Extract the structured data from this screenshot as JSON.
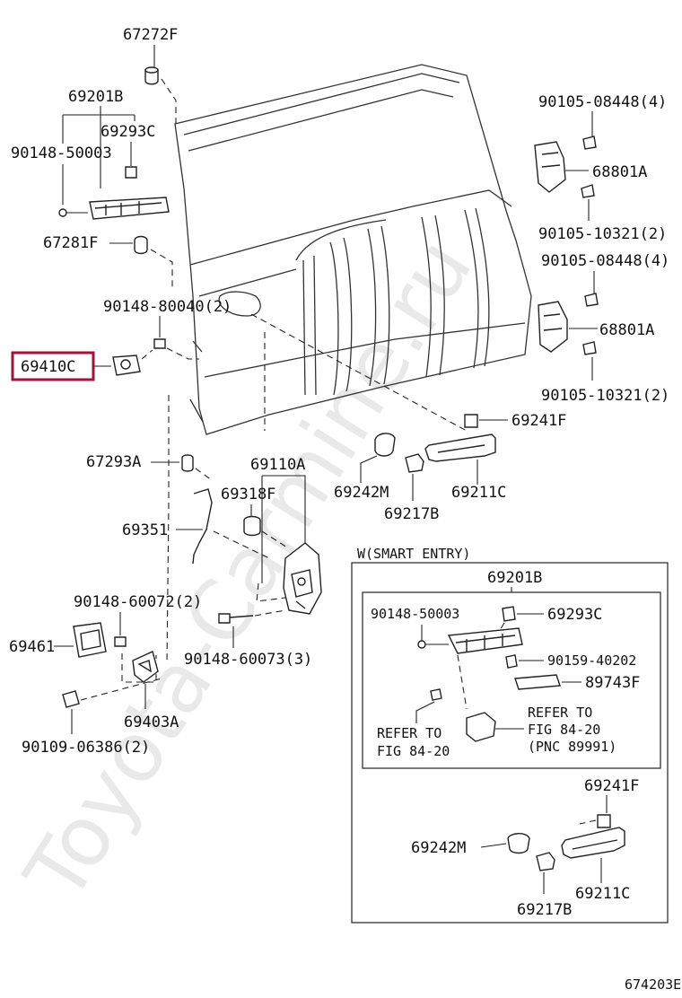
{
  "diagram": {
    "watermark": "Toyota-Carmine.ru",
    "figure_code": "674203E",
    "highlight_color": "#a3123a",
    "labels": {
      "p67272F": "67272F",
      "p69201B": "69201B",
      "p69293C": "69293C",
      "p90148_50003": "90148-50003",
      "p67281F": "67281F",
      "p90148_80040": "90148-80040(2)",
      "p69410C": "69410C",
      "p67293A": "67293A",
      "p69110A": "69110A",
      "p69318F": "69318F",
      "p69351": "69351",
      "p90148_60072": "90148-60072(2)",
      "p69461": "69461",
      "p90148_60073": "90148-60073(3)",
      "p69403A": "69403A",
      "p90109_06386": "90109-06386(2)",
      "p90105_08448_a": "90105-08448(4)",
      "p68801A_a": "68801A",
      "p90105_10321_a": "90105-10321(2)",
      "p90105_08448_b": "90105-08448(4)",
      "p68801A_b": "68801A",
      "p90105_10321_b": "90105-10321(2)",
      "p69241F": "69241F",
      "p69242M": "69242M",
      "p69211C": "69211C",
      "p69217B": "69217B"
    },
    "smart_entry": {
      "title": "W(SMART ENTRY)",
      "p69201B": "69201B",
      "p90148_50003": "90148-50003",
      "p69293C": "69293C",
      "p90159_40202": "90159-40202",
      "p89743F": "89743F",
      "refer_left_1": "REFER TO",
      "refer_left_2": "FIG 84-20",
      "refer_right_1": "REFER TO",
      "refer_right_2": "FIG 84-20",
      "refer_right_3": "(PNC 89991)",
      "p69241F": "69241F",
      "p69242M": "69242M",
      "p69211C": "69211C",
      "p69217B": "69217B"
    }
  }
}
